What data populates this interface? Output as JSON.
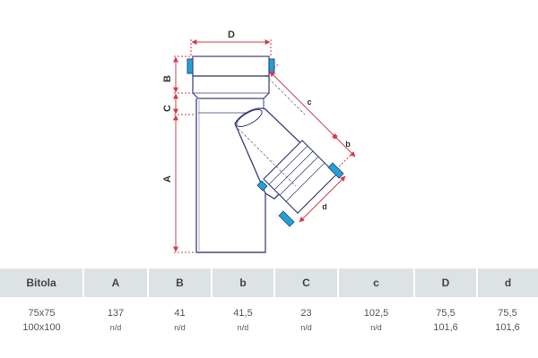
{
  "drawing": {
    "labels": {
      "D": "D",
      "B": "B",
      "C": "C",
      "A": "A",
      "c": "c",
      "b": "b",
      "d": "d"
    },
    "colors": {
      "pipe_outline": "#3a3f7a",
      "pipe_fill": "#ffffff",
      "socket_blue": "#1ea3d8",
      "dimension_red": "#d23c4a",
      "hidden_line": "#444444"
    }
  },
  "table": {
    "headers": [
      "Bitola",
      "A",
      "B",
      "b",
      "C",
      "c",
      "D",
      "d"
    ],
    "rows": [
      [
        "75x75",
        "137",
        "41",
        "41,5",
        "23",
        "102,5",
        "75,5",
        "75,5"
      ],
      [
        "100x100",
        "n/d",
        "n/d",
        "n/d",
        "n/d",
        "n/d",
        "101,6",
        "101,6"
      ]
    ],
    "colors": {
      "header_bg": "#dde2e5",
      "text": "#555555"
    }
  }
}
